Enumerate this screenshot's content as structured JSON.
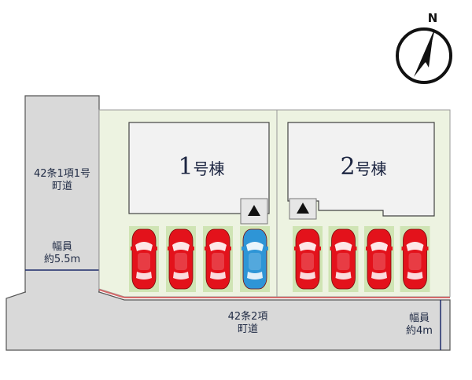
{
  "compass": {
    "north_label": "N",
    "icon": "north-arrow-icon"
  },
  "roads": {
    "west": {
      "line1": "42条1項1号",
      "line2": "町道",
      "width_label": "幅員",
      "width_value": "約5.5m"
    },
    "south": {
      "line1": "42条2項",
      "line2": "町道",
      "width_label": "幅員",
      "width_value": "約4m"
    }
  },
  "buildings": [
    {
      "number": "1",
      "suffix": "号棟"
    },
    {
      "number": "2",
      "suffix": "号棟"
    }
  ],
  "entrance_icon": "triangle-up-icon",
  "parking": {
    "lot_1": [
      "red",
      "red",
      "red",
      "blue"
    ],
    "lot_2": [
      "red",
      "red",
      "red",
      "red"
    ]
  },
  "colors": {
    "road": "#d9d9d9",
    "site": "#edf3e1",
    "building": "#f2f2f2",
    "parking_pad": "#cfe4b4",
    "car_red": "#e3121b",
    "car_blue": "#2e95d6",
    "boundary": "#1d2b6b",
    "edge_red": "#d46a6a"
  }
}
